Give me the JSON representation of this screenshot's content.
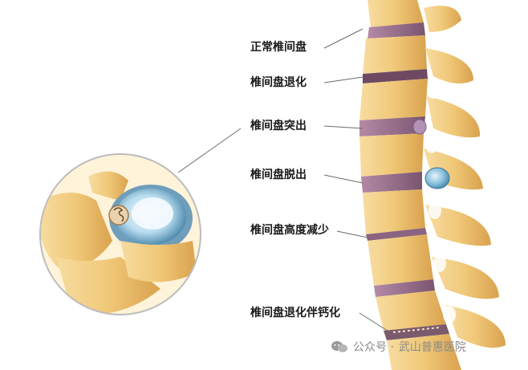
{
  "labels": {
    "normal_disc": "正常椎间盘",
    "disc_degeneration": "椎间盘退化",
    "disc_bulge": "椎间盘突出",
    "disc_herniation": "椎间盘脱出",
    "disc_height_loss": "椎间盘高度减少",
    "disc_degeneration_calcification": "椎间盘退化伴钙化"
  },
  "watermark": {
    "prefix": "公众号 · ",
    "name": "武山普惠医院"
  },
  "colors": {
    "bone": "#f0c878",
    "bone_shadow": "#d9a24e",
    "disc_normal": "#9a6f8f",
    "disc_nucleus_blue": "#7fb8d6",
    "leader_line": "#6b6b6b"
  }
}
